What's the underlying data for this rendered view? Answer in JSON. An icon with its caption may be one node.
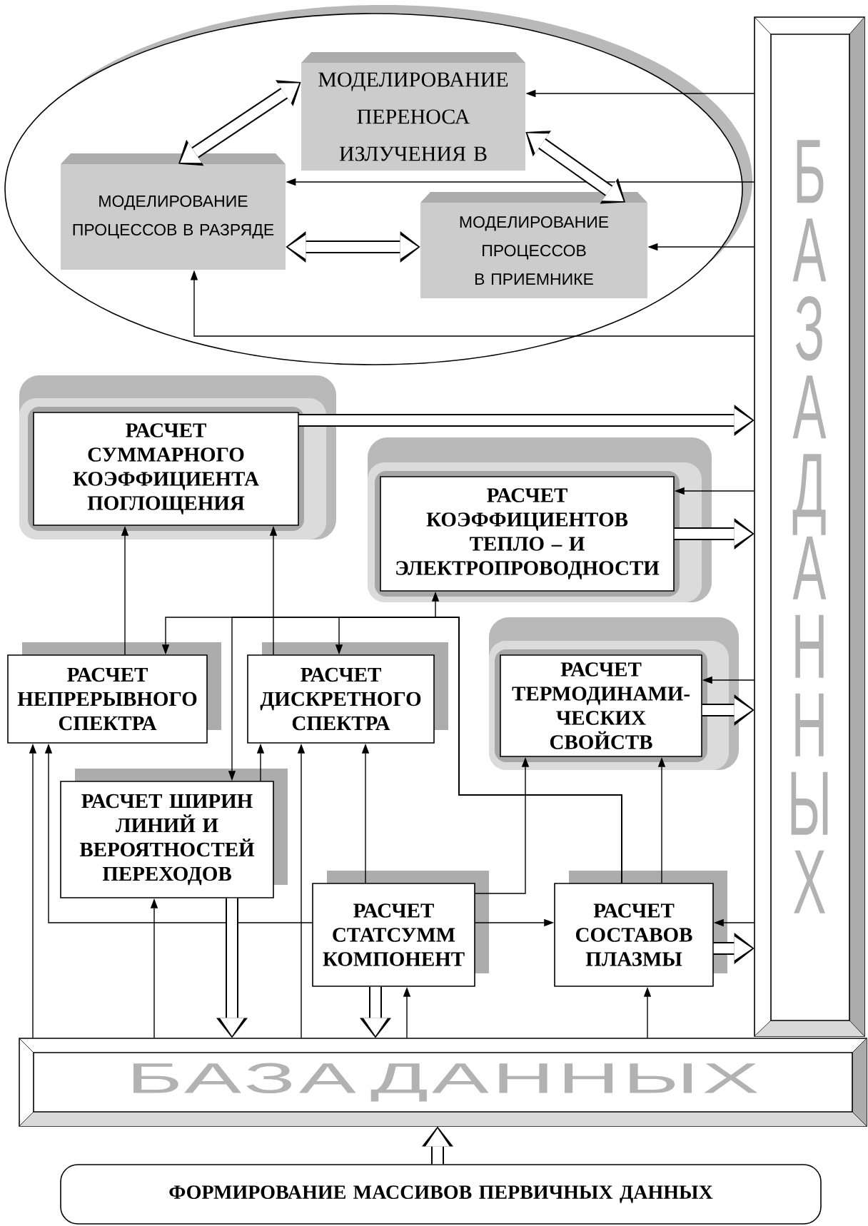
{
  "diagram": {
    "nodes": [
      {
        "text": [],
        "shape": "ellipse"
      },
      {
        "text": [
          "МОДЕЛИРОВАНИЕ ПЕРЕНОСА ИЗЛУЧЕНИЯ В"
        ],
        "in": 0
      },
      {
        "text": [
          "МОДЕЛИРОВАНИЕ ПРОЦЕССОВ В РАЗРЯДЕ"
        ],
        "in": 0
      },
      {
        "text": [
          "МОДЕЛИРОВАНИЕ ПРОЦЕССОВ В ПРИЕМНИКЕ"
        ],
        "in": 0
      },
      {
        "text": [
          "БАЗА ДАННЫХ"
        ]
      },
      {
        "text": [
          "РАСЧЕТ СУММАРНОГО КОЭФФИЦИЕНТА ПОГЛОЩЕНИЯ"
        ]
      },
      {
        "text": [
          "РАСЧЕТ КОЭФФИЦИЕНТОВ ТЕПЛО – И ЭЛЕКТРОПРОВОДНОСТИ"
        ]
      },
      {
        "text": [
          "РАСЧЕТ НЕПРЕРЫВНОГО СПЕКТРА"
        ]
      },
      {
        "text": [
          "РАСЧЕТ ДИСКРЕТНОГО СПЕКТРА"
        ]
      },
      {
        "text": [
          "РАСЧЕТ ТЕРМОДИНАМИ- ЧЕСКИХ СВОЙСТВ"
        ]
      },
      {
        "text": [
          "РАСЧЕТ ШИРИН ЛИНИЙ И ВЕРОЯТНОСТЕЙ ПЕРЕХОДОВ"
        ]
      },
      {
        "text": [
          "РАСЧЕТ СТАТСУММ КОМПОНЕНТ"
        ]
      },
      {
        "text": [
          "РАСЧЕТ СОСТАВОВ ПЛАЗМЫ"
        ]
      },
      {
        "text": [
          "БАЗА ДАННЫХ"
        ]
      },
      {
        "text": [
          "ФОРМИРОВАНИЕ МАССИВОВ ПЕРВИЧНЫХ ДАННЫХ"
        ]
      }
    ],
    "edges": [
      {
        "from": 4,
        "to": 1,
        "arrow": "to"
      },
      {
        "from": 4,
        "to": 2,
        "arrow": "to"
      },
      {
        "from": 4,
        "to": 3,
        "arrow": "to"
      },
      {
        "from": 4,
        "to": 2,
        "arrow": "to"
      },
      {
        "from": 1,
        "to": 2,
        "arrow": "both",
        "style": "thick"
      },
      {
        "from": 1,
        "to": 3,
        "arrow": "both",
        "style": "thick"
      },
      {
        "from": 2,
        "to": 3,
        "arrow": "both",
        "style": "thick"
      },
      {
        "from": 5,
        "to": 4,
        "arrow": "to",
        "style": "thick"
      },
      {
        "from": 4,
        "to": 6,
        "arrow": "to"
      },
      {
        "from": 6,
        "to": 4,
        "arrow": "to",
        "style": "thick"
      },
      {
        "from": 4,
        "to": 9,
        "arrow": "to"
      },
      {
        "from": 9,
        "to": 4,
        "arrow": "to",
        "style": "thick"
      },
      {
        "from": 4,
        "to": 12,
        "arrow": "to"
      },
      {
        "from": 12,
        "to": 4,
        "arrow": "to",
        "style": "thick"
      },
      {
        "from": 12,
        "to": 6,
        "arrow": "to"
      },
      {
        "from": 12,
        "to": 7,
        "arrow": "to"
      },
      {
        "from": 12,
        "to": 8,
        "arrow": "to"
      },
      {
        "from": 12,
        "to": 10,
        "arrow": "to"
      },
      {
        "from": 7,
        "to": 5,
        "arrow": "to"
      },
      {
        "from": 8,
        "to": 5,
        "arrow": "to"
      },
      {
        "from": 10,
        "to": 8,
        "arrow": "to"
      },
      {
        "from": 11,
        "to": 8,
        "arrow": "to"
      },
      {
        "from": 11,
        "to": 9,
        "arrow": "to"
      },
      {
        "from": 11,
        "to": 12,
        "arrow": "to"
      },
      {
        "from": 11,
        "to": 7,
        "arrow": "to"
      },
      {
        "from": 12,
        "to": 9,
        "arrow": "to"
      },
      {
        "from": 10,
        "to": 13,
        "arrow": "to",
        "style": "thick"
      },
      {
        "from": 11,
        "to": 13,
        "arrow": "to",
        "style": "thick"
      },
      {
        "from": 13,
        "to": 7,
        "arrow": "to"
      },
      {
        "from": 13,
        "to": 10,
        "arrow": "to"
      },
      {
        "from": 13,
        "to": 8,
        "arrow": "to"
      },
      {
        "from": 13,
        "to": 11,
        "arrow": "to"
      },
      {
        "from": 13,
        "to": 12,
        "arrow": "to"
      },
      {
        "from": 14,
        "to": 13,
        "arrow": "to",
        "style": "thick"
      }
    ]
  }
}
